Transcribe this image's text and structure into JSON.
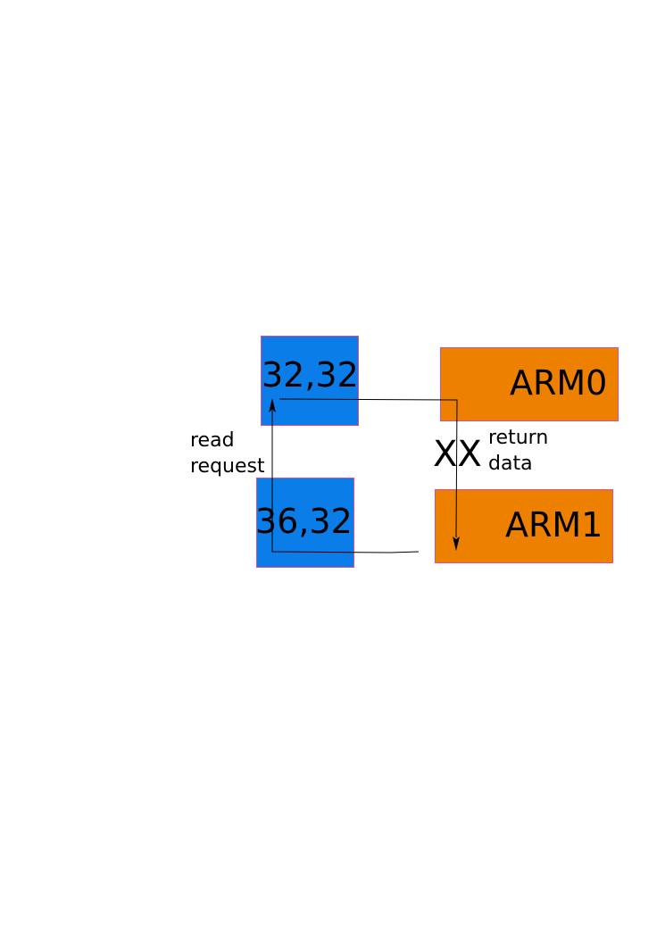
{
  "nodes": {
    "top_node": {
      "label": "32,32",
      "color": "#0a7de8"
    },
    "bottom_node": {
      "label": "36,32",
      "color": "#0a7de8"
    },
    "arm0": {
      "label": "ARM0",
      "color": "#ee8000"
    },
    "arm1": {
      "label": "ARM1",
      "color": "#ee8000"
    }
  },
  "labels": {
    "read_request_line1": "read",
    "read_request_line2": "request",
    "return_data_line1": "return",
    "return_data_line2": "data",
    "blocked_marker": "XX"
  }
}
